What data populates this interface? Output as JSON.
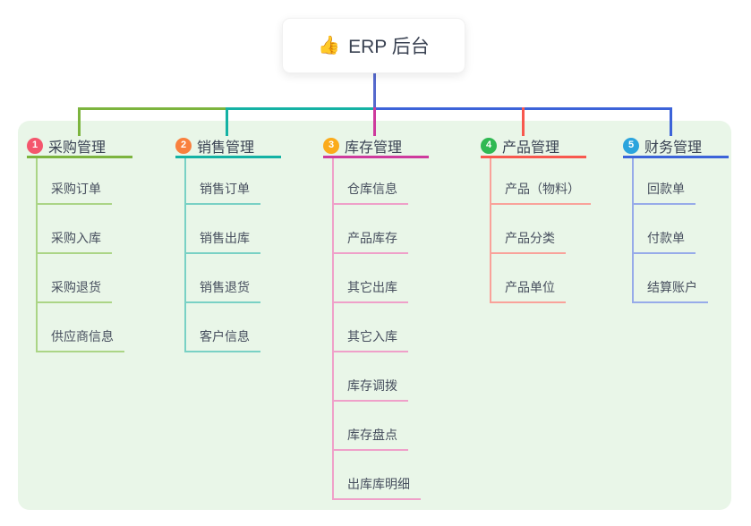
{
  "root": {
    "emoji": "👍",
    "label": "ERP 后台"
  },
  "panel": {
    "background": "#e9f6e8"
  },
  "connectors": {
    "stem_color": "#5569cd"
  },
  "branches": [
    {
      "number": "1",
      "label": "采购管理",
      "badge_color": "#f4566d",
      "line_color": "#7cb43e",
      "sub_line_color": "#abd586",
      "children": [
        {
          "label": "采购订单"
        },
        {
          "label": "采购入库"
        },
        {
          "label": "采购退货"
        },
        {
          "label": "供应商信息"
        }
      ]
    },
    {
      "number": "2",
      "label": "销售管理",
      "badge_color": "#f9803e",
      "line_color": "#14b2a4",
      "sub_line_color": "#79d1c5",
      "children": [
        {
          "label": "销售订单"
        },
        {
          "label": "销售出库"
        },
        {
          "label": "销售退货"
        },
        {
          "label": "客户信息"
        }
      ]
    },
    {
      "number": "3",
      "label": "库存管理",
      "badge_color": "#fbab1b",
      "line_color": "#ce3a9d",
      "sub_line_color": "#efa0c9",
      "children": [
        {
          "label": "仓库信息"
        },
        {
          "label": "产品库存"
        },
        {
          "label": "其它出库"
        },
        {
          "label": "其它入库"
        },
        {
          "label": "库存调拨"
        },
        {
          "label": "库存盘点"
        },
        {
          "label": "出库库明细"
        }
      ]
    },
    {
      "number": "4",
      "label": "产品管理",
      "badge_color": "#30b953",
      "line_color": "#f8584e",
      "sub_line_color": "#f9a29a",
      "children": [
        {
          "label": "产品（物料）"
        },
        {
          "label": "产品分类"
        },
        {
          "label": "产品单位"
        }
      ]
    },
    {
      "number": "5",
      "label": "财务管理",
      "badge_color": "#2ba4dd",
      "line_color": "#3c63d9",
      "sub_line_color": "#97abe9",
      "children": [
        {
          "label": "回款单"
        },
        {
          "label": "付款单"
        },
        {
          "label": "结算账户"
        }
      ]
    }
  ]
}
